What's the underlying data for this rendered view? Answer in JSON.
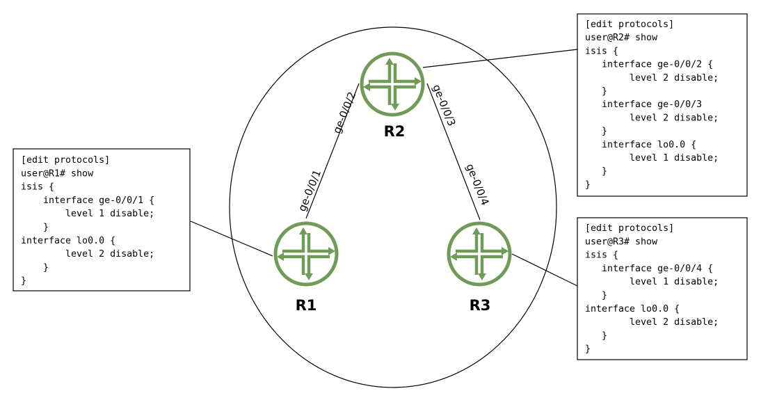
{
  "colors": {
    "router_stroke": "#6f9a57",
    "line": "#000000",
    "box_border": "#000000"
  },
  "routers": [
    {
      "id": "R1",
      "label": "R1",
      "icon": "juniper-router-icon"
    },
    {
      "id": "R2",
      "label": "R2",
      "icon": "juniper-router-icon"
    },
    {
      "id": "R3",
      "label": "R3",
      "icon": "juniper-router-icon"
    }
  ],
  "links": [
    {
      "from": "R1",
      "to": "R2",
      "from_iface": "ge-0/0/1",
      "to_iface": "ge-0/0/2"
    },
    {
      "from": "R2",
      "to": "R3",
      "from_iface": "ge-0/0/3",
      "to_iface": "ge-0/0/4"
    }
  ],
  "configs": [
    {
      "router": "R1",
      "lines": [
        "[edit protocols]",
        "user@R1# show",
        "isis {",
        "    interface ge-0/0/1 {",
        "        level 1 disable;",
        "    }",
        "interface lo0.0 {",
        "        level 2 disable;",
        "    }",
        "}"
      ]
    },
    {
      "router": "R2",
      "lines": [
        "[edit protocols]",
        "user@R2# show",
        "isis {",
        "   interface ge-0/0/2 {",
        "        level 2 disable;",
        "   }",
        "   interface ge-0/0/3",
        "        level 2 disable;",
        "   }",
        "   interface lo0.0 {",
        "        level 1 disable;",
        "   }",
        "}"
      ]
    },
    {
      "router": "R3",
      "lines": [
        "[edit protocols]",
        "user@R3# show",
        "isis {",
        "   interface ge-0/0/4 {",
        "        level 1 disable;",
        "   }",
        "interface lo0.0 {",
        "        level 2 disable;",
        "   }",
        "}"
      ]
    }
  ]
}
